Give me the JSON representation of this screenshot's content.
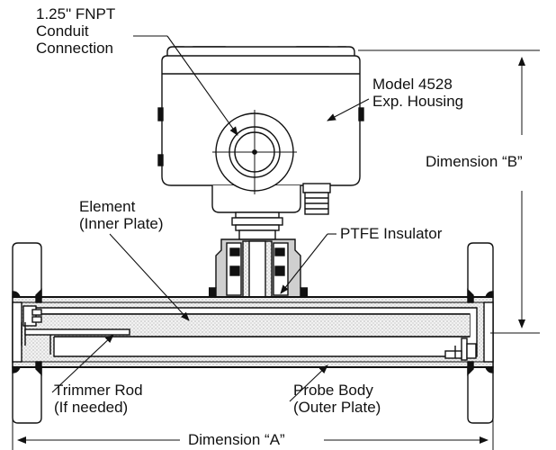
{
  "labels": {
    "conduit": [
      "1.25\" FNPT",
      "Conduit",
      "Connection"
    ],
    "housing": [
      "Model 4528",
      "Exp. Housing"
    ],
    "dimension_b": "Dimension “B”",
    "element": [
      "Element",
      "(Inner Plate)"
    ],
    "insulator": "PTFE Insulator",
    "trimmer": [
      "Trimmer Rod",
      "(If needed)"
    ],
    "probe_body": [
      "Probe Body",
      "(Outer Plate)"
    ],
    "dimension_a": "Dimension “A”"
  },
  "colors": {
    "line": "#111111",
    "fill_light": "#ededed",
    "fill_mid": "#cfcfcf",
    "fill_dark": "#222222"
  }
}
